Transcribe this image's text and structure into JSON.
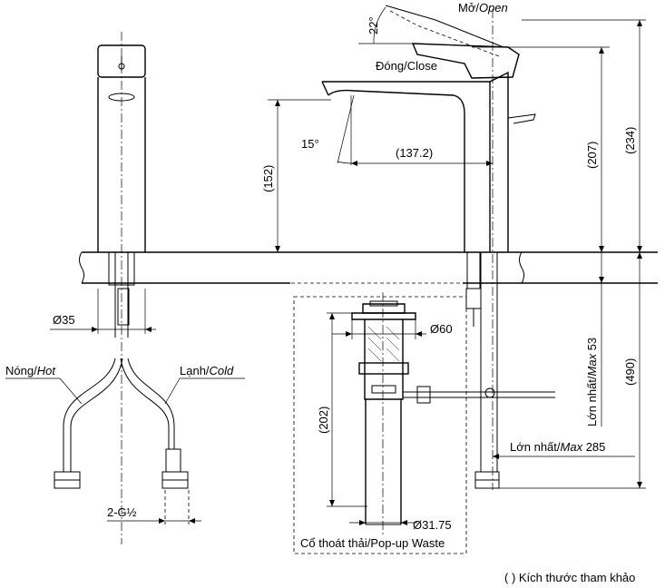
{
  "labels": {
    "open_prefix": "Mở/",
    "open_italic": "Open",
    "close": "Đóng/Close",
    "angle_open": "22°",
    "angle_spout": "15°",
    "reach": "(137.2)",
    "spout_height": "(152)",
    "height_207": "(207)",
    "height_234": "(234)",
    "dia35": "Ø35",
    "hot_prefix": "Nóng/",
    "hot_italic": "Hot",
    "cold_prefix": "Lạnh/",
    "cold_italic": "Cold",
    "thread": "2-G½",
    "dia60": "Ø60",
    "waste_height": "(202)",
    "dia3175": "Ø31.75",
    "waste_caption": "Cổ thoát thải/Pop-up Waste",
    "max53_prefix": "Lớn nhất/",
    "max53_italic": "Max",
    "max53_value": " 53",
    "height_490": "(490)",
    "max285_prefix": "Lớn nhất/",
    "max285_italic": "Max",
    "max285_value": " 285",
    "reference_note": "( ) Kích thước tham khảo"
  }
}
